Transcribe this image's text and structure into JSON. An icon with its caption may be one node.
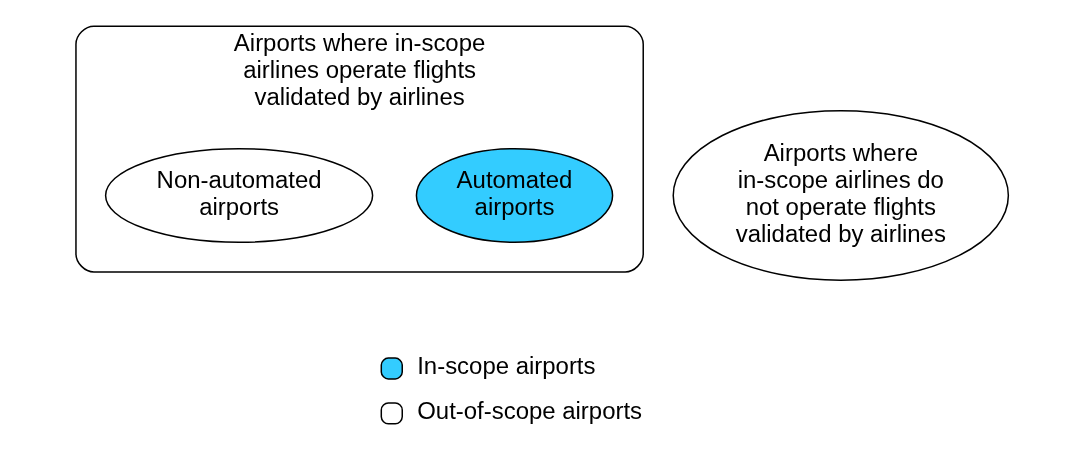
{
  "diagram": {
    "nodes": [
      {
        "text": [
          "Airports where in-scope airlines operate flights validated by airlines"
        ]
      },
      {
        "text": [
          "Automated airports"
        ],
        "in": 0
      },
      {
        "text": [
          "Non-automated airports"
        ],
        "in": 0
      },
      {
        "text": [
          "Airports where in-scope airlines do not operate flights validated by airlines"
        ]
      }
    ],
    "edges": [],
    "legend": [
      {
        "text": "In-scope airports",
        "color": "#33ccff"
      },
      {
        "text": "Out-of-scope airports",
        "color": "#ffffff"
      }
    ]
  }
}
